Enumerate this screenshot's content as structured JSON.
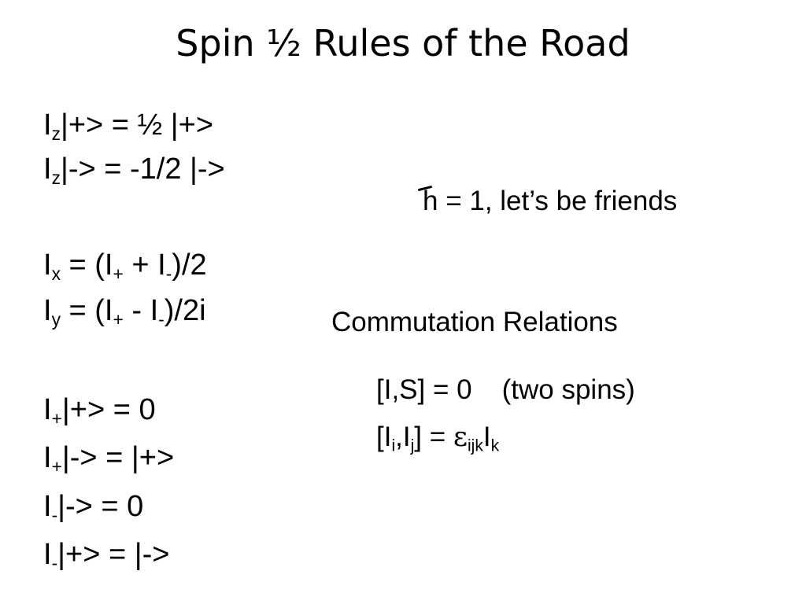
{
  "title": "Spin ½ Rules of the Road",
  "operator": "I",
  "left": {
    "iz_plus_sub": "z",
    "iz_plus_rhs": "|+> = ½ |+>",
    "iz_minus_sub": "z",
    "iz_minus_rhs": "|-> = -1/2 |->",
    "ix_sub": "x",
    "ix_mid": " = (I",
    "ix_plus_sub": "+",
    "ix_mid2": " + I",
    "ix_minus_sub": "-",
    "ix_end": ")/2",
    "iy_sub": "y",
    "iy_mid": " = (I",
    "iy_plus_sub": "+",
    "iy_mid2": " - I",
    "iy_minus_sub": "-",
    "iy_end": ")/2i",
    "ip_plus_sub": "+",
    "ip_plus_rhs": "|+> = 0",
    "ip_minus_sub": "+",
    "ip_minus_rhs": "|-> = |+>",
    "im_minus_sub": "-",
    "im_minus_rhs": "|-> = 0",
    "im_plus_sub": "-",
    "im_plus_rhs": "|+> = |->"
  },
  "right": {
    "hbar_char": "h",
    "hbar_rest": " = 1, let’s be friends",
    "heading": "Commutation Relations",
    "comm1_main": "[I,S] = 0",
    "comm1_note": "(two spins)",
    "comm2_open": "[I",
    "comm2_i_sub": "i",
    "comm2_comma": ",I",
    "comm2_j_sub": "j",
    "comm2_eq": "] = ",
    "comm2_eps": "ε",
    "comm2_eps_sub": "ijk",
    "comm2_I": "I",
    "comm2_k_sub": "k"
  }
}
